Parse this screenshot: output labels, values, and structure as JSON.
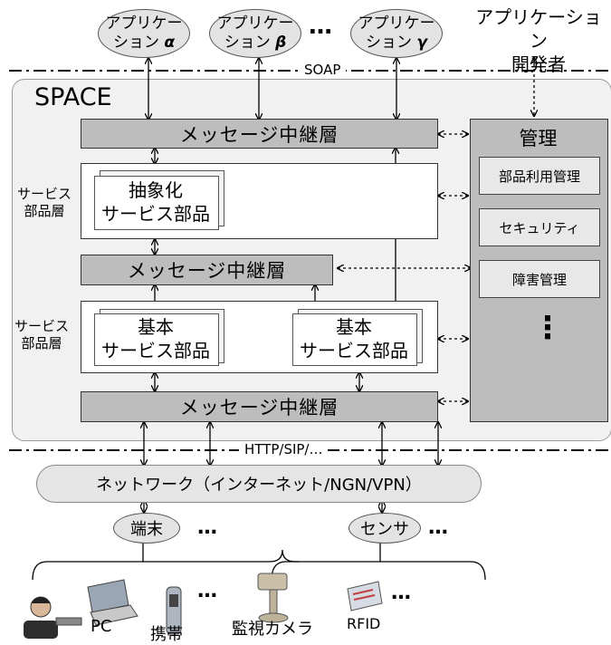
{
  "apps": [
    {
      "line1": "アプリケー",
      "line2": "ション",
      "greek": "α"
    },
    {
      "line1": "アプリケー",
      "line2": "ション",
      "greek": "β"
    },
    {
      "line1": "アプリケー",
      "line2": "ション",
      "greek": "γ"
    }
  ],
  "ellipsis": "…",
  "developer": {
    "line1": "アプリケーション",
    "line2": "開発者"
  },
  "protocol_top": "SOAP",
  "protocol_bottom": "HTTP/SIP/…",
  "space_label": "SPACE",
  "relay_layer": "メッセージ中継層",
  "service_layer_label": {
    "line1": "サービス",
    "line2": "部品層"
  },
  "abstract_service": {
    "line1": "抽象化",
    "line2": "サービス部品"
  },
  "basic_service": {
    "line1": "基本",
    "line2": "サービス部品"
  },
  "management": {
    "title": "管理",
    "items": [
      "部品利用管理",
      "セキュリティ",
      "障害管理"
    ],
    "more": "⋮"
  },
  "network": "ネットワーク（インターネット/NGN/VPN）",
  "terminal": "端末",
  "sensor": "センサ",
  "devices": [
    "PC",
    "携帯",
    "監視カメラ",
    "RFID"
  ]
}
